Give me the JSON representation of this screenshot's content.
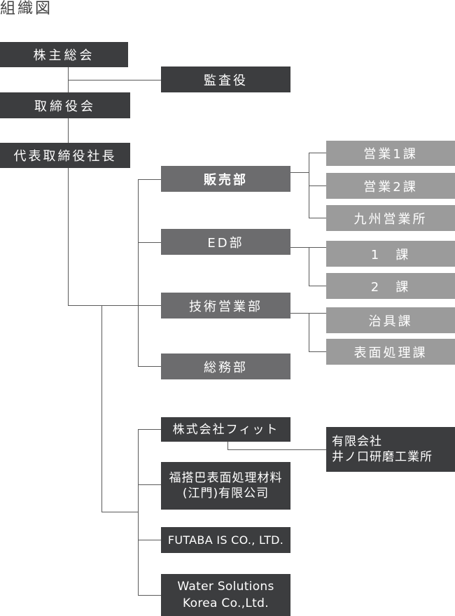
{
  "title": "組織図",
  "colors": {
    "dark": "#3c3d3f",
    "mid": "#6c6c6e",
    "light": "#9b9b9b",
    "line": "#5a5a5a"
  },
  "nodes": {
    "shareholders": "株主総会",
    "auditor": "監査役",
    "board": "取締役会",
    "president": "代表取締役社長",
    "sales_dept": "販売部",
    "sales_1": "営業1課",
    "sales_2": "営業2課",
    "kyushu_office": "九州営業所",
    "ed_dept": "ED部",
    "ed_1": "1　課",
    "ed_2": "2　課",
    "tech_sales_dept": "技術営業部",
    "jig_section": "治具課",
    "surface_section": "表面処理課",
    "general_affairs_dept": "総務部",
    "fit_company": "株式会社フィット",
    "inokuchi_company": "有限会社\n井ノ口研磨工業所",
    "jiangmen_company": "福搭巴表面処理材料\n(江門)有限公司",
    "futaba_is": "FUTABA IS CO., LTD.",
    "water_solutions": "Water Solutions\nKorea Co.,Ltd."
  }
}
